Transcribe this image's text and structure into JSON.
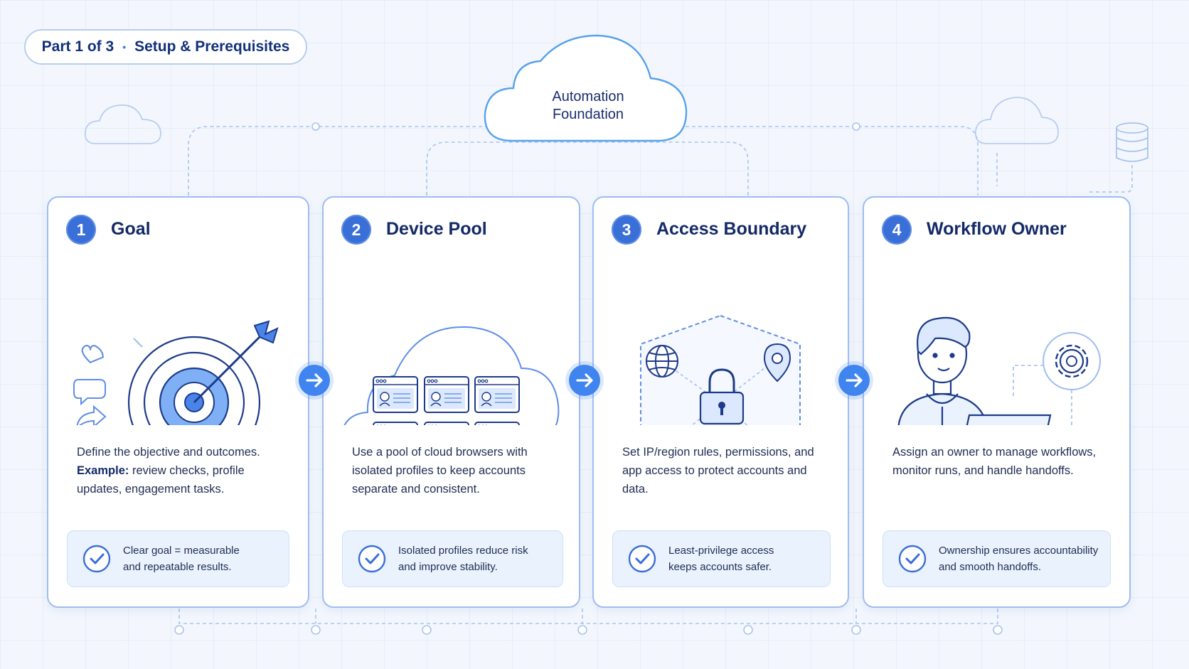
{
  "header": {
    "part": "Part 1 of 3",
    "separator": "•",
    "section": "Setup & Prerequisites"
  },
  "hub": {
    "line1": "Automation",
    "line2": "Foundation"
  },
  "cards": [
    {
      "number": "1",
      "title": "Goal",
      "desc_plain": "Define the objective and outcomes.",
      "desc_bold": "Example:",
      "desc_rest": " review checks, profile updates, engagement tasks.",
      "note": "Clear goal = measurable and repeatable results.",
      "icons": [
        "heart-icon",
        "chat-bubble-icon",
        "share-arrow-icon",
        "bookmark-icon",
        "target-arrow-icon"
      ]
    },
    {
      "number": "2",
      "title": "Device Pool",
      "desc": "Use a pool of cloud browsers with isolated profiles to keep accounts separate and consistent.",
      "note": "Isolated profiles reduce risk and improve stability.",
      "icons": [
        "cloud-icon",
        "browser-window-icon",
        "shield-check-icon"
      ]
    },
    {
      "number": "3",
      "title": "Access Boundary",
      "desc": "Set IP/region rules, permissions, and app access to protect accounts and data.",
      "note": "Least-privilege access keeps accounts safer.",
      "icons": [
        "globe-icon",
        "map-pin-icon",
        "padlock-icon",
        "user-icon",
        "app-window-icon"
      ]
    },
    {
      "number": "4",
      "title": "Workflow Owner",
      "desc": "Assign an owner to manage workflows, monitor runs, and handle handoffs.",
      "note": "Ownership ensures accountability and smooth handoffs.",
      "icons": [
        "person-icon",
        "laptop-icon",
        "gear-icon"
      ]
    }
  ],
  "colors": {
    "accent": "#3a6fd8",
    "arrow": "#3f84ef",
    "line": "#9fbdf0",
    "title": "#142a66",
    "note_bg": "#eaf2fd"
  }
}
